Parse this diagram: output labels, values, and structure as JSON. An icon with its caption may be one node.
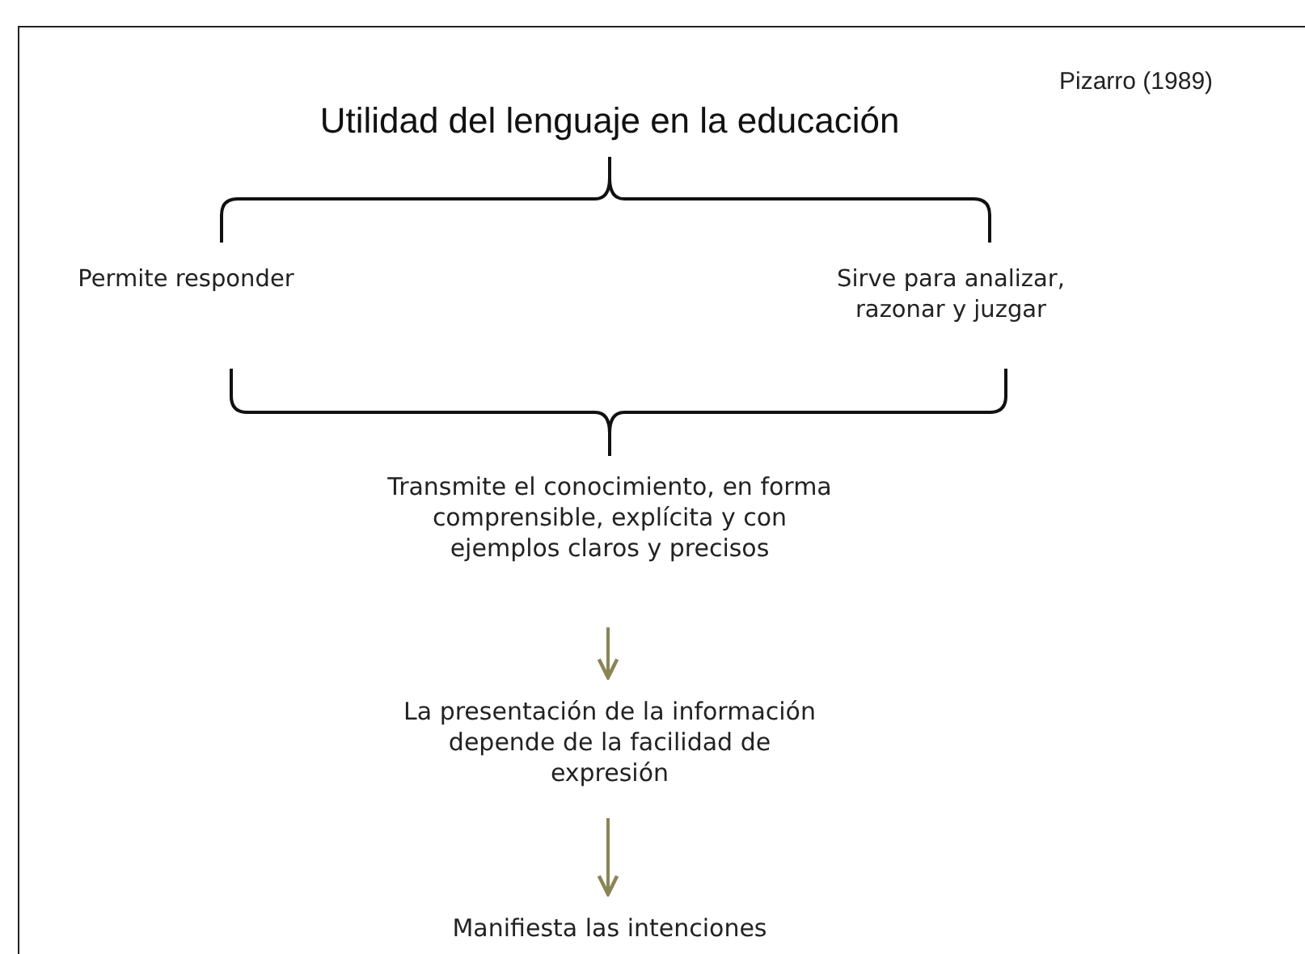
{
  "diagram": {
    "title": "Utilidad del lenguaje en la educación",
    "nodes": [
      {
        "text": [
          "Permite responder"
        ]
      },
      {
        "text": [
          "Sirve para analizar, razonar y juzgar"
        ]
      },
      {
        "text": [
          "Transmite el conocimiento, en forma comprensible, explícita y con ejemplos claros y precisos"
        ]
      },
      {
        "text": [
          "La presentación de la información depende de la facilidad de expresión"
        ]
      },
      {
        "text": [
          "Manifiesta las intenciones"
        ]
      }
    ],
    "edges": [
      {
        "from": 2,
        "to": 3,
        "arrow": "to"
      },
      {
        "from": 3,
        "to": 4,
        "arrow": "to"
      }
    ],
    "labels": [
      "Pizarro (1989)"
    ]
  }
}
